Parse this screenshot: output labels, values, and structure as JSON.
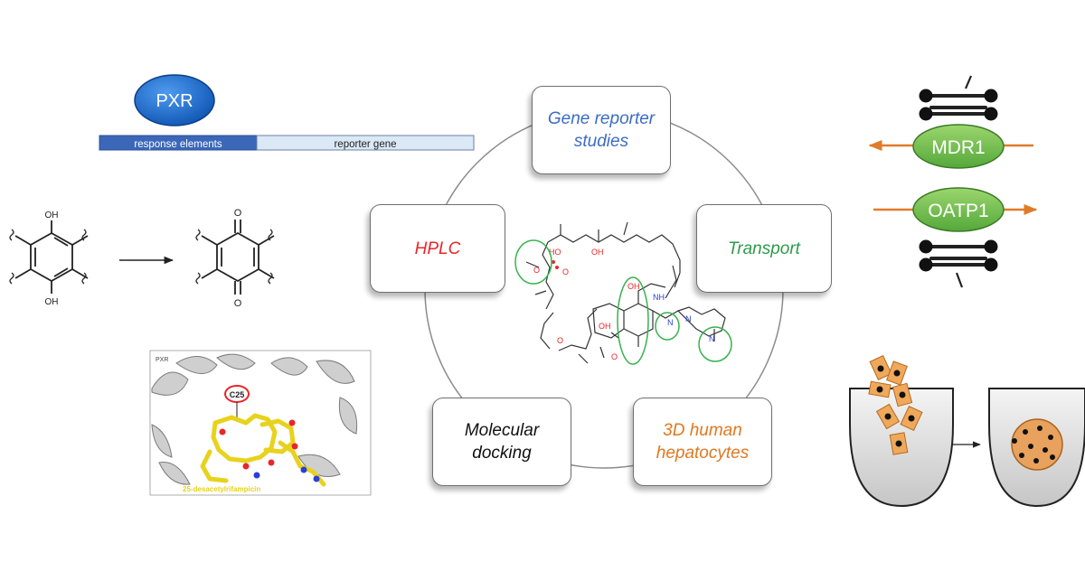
{
  "pxr_module": {
    "pxr_label": "PXR",
    "bar_left_label": "response elements",
    "bar_right_label": "reporter gene"
  },
  "quinone_module": {
    "hydroquinone_oh_top": "OH",
    "hydroquinone_oh_bottom": "OH",
    "quinone_o_top": "O",
    "quinone_o_bottom": "O"
  },
  "docking_inset": {
    "corner_label": "PXR",
    "site_label": "C25",
    "ligand_label": "25-desacetylrifampicin"
  },
  "cycle": {
    "gene_reporter": "Gene reporter\nstudies",
    "transport": "Transport",
    "hepatocytes": "3D human\nhepatocytes",
    "docking": "Molecular\ndocking",
    "hplc": "HPLC"
  },
  "molecule_labels": {
    "oh_1": "HO",
    "oh_2": "OH",
    "oh_3": "OH",
    "oh_4": "OH",
    "nh": "NH",
    "n_1": "N",
    "n_2": "N",
    "n_3": "N",
    "o_1": "O",
    "o_2": "O",
    "o_3": "O",
    "o_4": "O"
  },
  "transporters": {
    "mdr1_label": "MDR1",
    "oatp1_label": "OATP1"
  },
  "colors": {
    "gene_reporter": "#3b6cc4",
    "transport": "#2e9a4a",
    "hepatocytes": "#e07820",
    "docking": "#111111",
    "hplc": "#e8262a",
    "pxr_blue": "#1f6fd0",
    "transporter_green": "#6cbd45",
    "arrow_orange": "#e07b2a",
    "ligand_yellow": "#e8d21c",
    "circle_green": "#37b24d"
  }
}
